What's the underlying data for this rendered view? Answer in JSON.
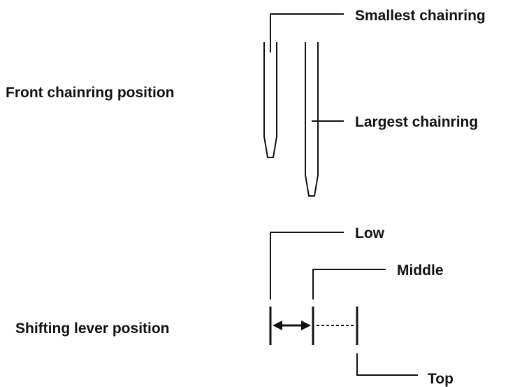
{
  "diagram": {
    "section_front": {
      "title": "Front chainring position",
      "smallest_label": "Smallest chainring",
      "largest_label": "Largest chainring"
    },
    "section_lever": {
      "title": "Shifting lever position",
      "low_label": "Low",
      "middle_label": "Middle",
      "top_label": "Top"
    },
    "colors": {
      "ink": "#111111",
      "background": "#ffffff"
    }
  }
}
